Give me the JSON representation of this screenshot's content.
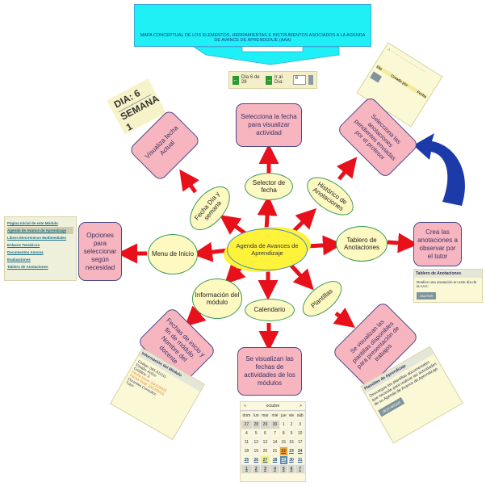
{
  "banner": {
    "text": "MAPA CONCEPTUAL DE LOS ELEMENTOS, HERRAMIENTAS E INSTRUMENTOS ASOCIADOS A LA AGENDA DE AVANCE DE APRENDIZAJE (AAA)",
    "color": "#1ef0f5"
  },
  "nav_widget": {
    "day_label": "Día 6 de 28",
    "goto_label": "Ir al Día:",
    "day_value": "6"
  },
  "center": "Agenda de Avances de Aprendizaje",
  "nodes": {
    "selector": "Selector de fecha",
    "historico": "Histórico de Anotaciones",
    "fecha": "Fecha Día y semana",
    "menu": "Menu de Inicio",
    "tablero": "Tablero de Anotaciones",
    "info": "Información del módulo",
    "calendario": "Calendario",
    "plantillas": "Plantillas"
  },
  "boxes": {
    "selector": "Selecciona la fecha para visualizar actividad",
    "fecha": "Visualiza fecha Actual",
    "historico": "Selecciona las anotaciones pendientes enviadas por el profesor",
    "menu": "Opciones para seleccionar según necesidad",
    "tablero": "Crea las anotaciones a observar por el tutor",
    "info": "Fechas de inicio y fin de módulo. Nombre del docente",
    "calendario": "Se visualizan las fechas de actividades de los módulos",
    "plantillas": "Se visualizan las plantillas disponibles para presentación de trabajos"
  },
  "sticker": {
    "dia": "DIA: 6",
    "semana": "SEMANA 1"
  },
  "menu_list": [
    "Página Inicial de este Módulo",
    "Agenda de Avance de Aprendizaje",
    "Libros Electrónicos Multimediales",
    "Enlaces Temáticos",
    "Documentos Anexos",
    "Evaluaciones",
    "Tablero de Anotaciones"
  ],
  "tablero_widget": {
    "title": "Tablero de Anotaciones",
    "text": "Realice una anotación en este día de la AAA:",
    "button": "ANOTAR"
  },
  "plantillas_widget": {
    "title": "Plantillas de Aprendizaje",
    "text": "Descargue las plantillas documentales que necesite para realizar las actividades de su Agenda de Avance de Aprendizaje.",
    "button": "DESCARGAR"
  },
  "info_widget": {
    "title": "Información del Módulo",
    "lines": [
      "Código: 065.A11111",
      "Estado: Activo",
      "Créditos: 3",
      "Fecha Inicio: 24/11/2015",
      "Fecha Final: 23/12/2015",
      "Docentes Consultor:",
      "Tutor:"
    ]
  },
  "historico_widget": {
    "cols": [
      "Día",
      "Creado por",
      "Fecha"
    ]
  },
  "calendar": {
    "month": "octubre",
    "prev": "<",
    "next": ">",
    "days": [
      "dom",
      "lun",
      "mar",
      "mié",
      "jue",
      "vie",
      "sáb"
    ],
    "weeks": [
      [
        "27",
        "28",
        "29",
        "30",
        "1",
        "2",
        "3"
      ],
      [
        "4",
        "5",
        "6",
        "7",
        "8",
        "9",
        "10"
      ],
      [
        "11",
        "12",
        "13",
        "14",
        "15",
        "16",
        "17"
      ],
      [
        "18",
        "19",
        "20",
        "21",
        "22",
        "23",
        "24"
      ],
      [
        "25",
        "26",
        "27",
        "28",
        "29",
        "30",
        "31"
      ],
      [
        "1",
        "2",
        "3",
        "4",
        "5",
        "6",
        "7"
      ]
    ]
  },
  "colors": {
    "arrow": "#e8101a",
    "oval_fill": "#fdf9c0",
    "box_fill": "#f7b5c0",
    "cloud": "#fff23a",
    "curved_arrow": "#1c3aa8"
  }
}
